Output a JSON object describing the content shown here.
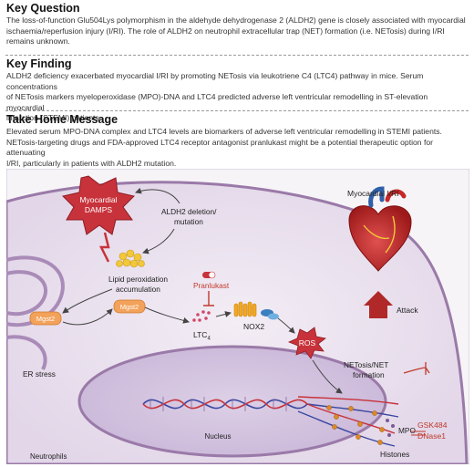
{
  "key_question": {
    "title": "Key Question",
    "line1": "The loss-of-function Glu504Lys polymorphism in the aldehyde dehydrogenase 2 (ALDH2) gene is closely associated with myocardial",
    "line2": "ischaemia/reperfusion injury (I/RI). The role of ALDH2 on neutrophil extracellular trap (NET) formation (i.e. NETosis) during I/RI",
    "line3": "remains unknown."
  },
  "key_finding": {
    "title": "Key Finding",
    "line1": "ALDH2 deficiency exacerbated myocardial I/RI by promoting NETosis via leukotriene C4 (LTC4) pathway in mice. Serum concentrations",
    "line2": "of NETosis markers myeloperoxidase (MPO)-DNA and LTC4 predicted adverse left ventricular remodelling in ST-elevation myocardial",
    "line3": "infarction (STEMI) patients."
  },
  "take_home": {
    "title": "Take Home Message",
    "line1": "Elevated serum MPO-DNA complex and LTC4 levels are biomarkers of adverse left ventricular remodelling in STEMI patients.",
    "line2": "NETosis-targeting drugs and FDA-approved LTC4 receptor antagonist pranlukast might be a potential therapeutic option for attenuating",
    "line3": "I/RI, particularly in patients with ALDH2 mutation."
  },
  "diagram": {
    "myocardial_damps_1": "Myocardial",
    "myocardial_damps_2": "DAMPS",
    "aldh2_deletion_1": "ALDH2 deletion/",
    "aldh2_deletion_2": "mutation",
    "lipid_1": "Lipid peroxidation",
    "lipid_2": "accumulation",
    "pranlukast": "Pranlukast",
    "mgst2_a": "Mgst2",
    "mgst2_b": "Mgst2",
    "ltc4": "LTC",
    "ltc4_sub": "4",
    "nox2": "NOX2",
    "ros": "ROS",
    "er_stress": "ER stress",
    "nucleus": "Nucleus",
    "neutrophils": "Neutrophils",
    "myocardial_iri": "Myocardial I/RI",
    "attack": "Attack",
    "netosis_1": "NETosis/NET",
    "netosis_2": "formation",
    "mpo": "MPO",
    "histones": "Histones",
    "gsk484": "GSK484",
    "dnase1": "DNase1"
  },
  "colors": {
    "cell_fill": "#ece4ef",
    "cell_border": "#9a7aa8",
    "damps_red": "#c8323a",
    "inhibitor_red": "#c0392b",
    "mgst2_orange": "#f2a25a",
    "heart_red": "#c62828",
    "dna_blue": "#3a47a0",
    "dna_red": "#c8323a"
  }
}
